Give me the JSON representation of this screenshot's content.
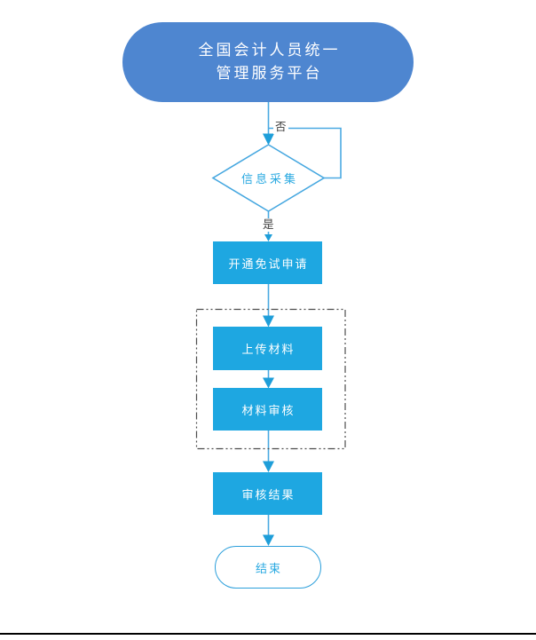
{
  "colors": {
    "start_fill": "#4e86d0",
    "start_text": "#ffffff",
    "process_fill": "#1ea7e1",
    "process_text": "#ffffff",
    "line_stroke": "#4aa9e2",
    "arrow_fill": "#1e9ed9",
    "decision_stroke": "#45a7e0",
    "decision_text": "#29a9e1",
    "end_stroke": "#2b9fdb",
    "end_text": "#29a9e1",
    "branch_label_color": "#404040",
    "group_border": "#4d4d4d",
    "bottom_rule": "#000000"
  },
  "flowchart": {
    "start": {
      "line1": "全国会计人员统一",
      "line2": "管理服务平台"
    },
    "decision": {
      "label": "信息采集"
    },
    "branch_no": "否",
    "branch_yes": "是",
    "process_open_application": "开通免试申请",
    "process_upload_materials": "上传材料",
    "process_material_review": "材料审核",
    "process_review_result": "审核结果",
    "end": {
      "label": "结束"
    }
  }
}
